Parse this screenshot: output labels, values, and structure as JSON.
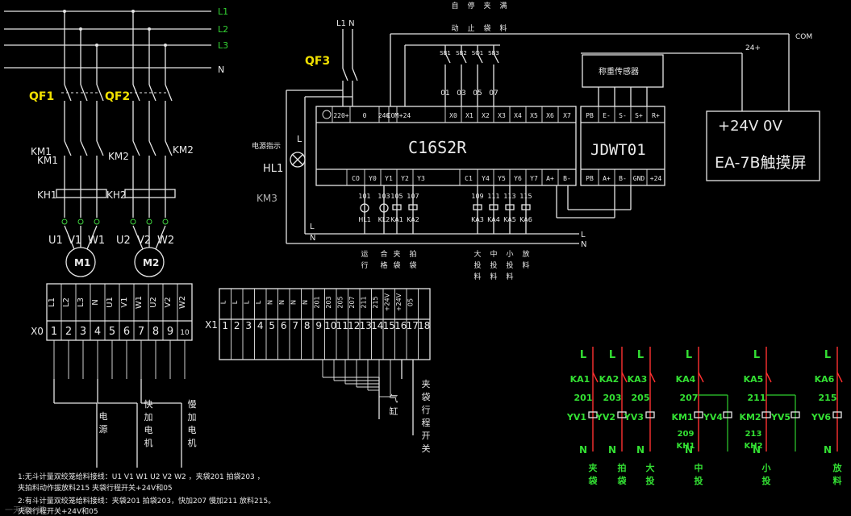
{
  "bus": {
    "L1": "L1",
    "L2": "L2",
    "L3": "L3",
    "N": "N"
  },
  "breakers": {
    "qf1": "QF1",
    "qf2": "QF2",
    "qf3": "QF3",
    "qf3_feed": "L1 N"
  },
  "contactors": {
    "km1_top": "KM1",
    "km1": "KM1",
    "km2_top": "KM2",
    "km2": "KM2",
    "kh1": "KH1",
    "kh2": "KH2"
  },
  "motor_terms": [
    "U1",
    "V1",
    "W1",
    "U2",
    "V2",
    "W2"
  ],
  "motors": [
    "M1",
    "M2"
  ],
  "lamp": {
    "caption": "电源指示",
    "letter": "L",
    "name": "HL1",
    "km3": "KM3"
  },
  "plc": {
    "model": "C16S2R",
    "top_terms": [
      "220+",
      "0",
      "24G",
      "COM",
      "+24",
      "X0",
      "X1",
      "X2",
      "X3",
      "X4",
      "X5",
      "X6",
      "X7"
    ],
    "bottom_terms": [
      "CO",
      "Y0",
      "Y1",
      "Y2",
      "Y3",
      "C1",
      "Y4",
      "Y5",
      "Y6",
      "Y7",
      "A+",
      "B-"
    ],
    "input_wires": [
      "01",
      "03",
      "05",
      "07"
    ],
    "input_devs": [
      "SB1",
      "SB2",
      "SQ1",
      "SB3"
    ],
    "input_funcs_top": [
      "自",
      "停",
      "夹",
      "满"
    ],
    "input_funcs_bottom": [
      "动",
      "止",
      "袋",
      "料"
    ]
  },
  "scale": {
    "sensor": "称重传感器",
    "model": "JDWT01",
    "top_terms": [
      "PB",
      "E-",
      "S-",
      "S+",
      "R+"
    ],
    "bottom_terms": [
      "PB",
      "A+",
      "B-",
      "GND",
      "+24"
    ],
    "supply": "24+",
    "com": "COM"
  },
  "touchscreen": {
    "voltage": "+24V  0V",
    "name": "EA-7B触摸屏"
  },
  "outputs": {
    "wires": [
      "101",
      "103",
      "105",
      "107",
      "109",
      "111",
      "113",
      "115"
    ],
    "loads": [
      "HL1",
      "KL2",
      "KA1",
      "KA2",
      "KA3",
      "KA4",
      "KA5",
      "KA6"
    ],
    "func_line1": [
      "运",
      "合",
      "夹",
      "拍",
      "大",
      "中",
      "小",
      "放"
    ],
    "func_line2": [
      "行",
      "格",
      "袋",
      "袋",
      "投",
      "投",
      "投",
      "料"
    ],
    "func_line3": [
      "",
      "",
      "",
      "",
      "料",
      "料",
      "料",
      ""
    ],
    "L": "L",
    "N": "N"
  },
  "strip_x0": {
    "label": "X0",
    "names": [
      "L1",
      "L2",
      "L3",
      "N",
      "U1",
      "V1",
      "W1",
      "U2",
      "V2",
      "W2"
    ],
    "nums": [
      "1",
      "2",
      "3",
      "4",
      "5",
      "6",
      "7",
      "8",
      "9",
      "10"
    ],
    "captions": [
      "电源",
      "快加电机",
      "慢加电机"
    ]
  },
  "strip_x1": {
    "label": "X1",
    "names": [
      "L",
      "L",
      "L",
      "L",
      "N",
      "N",
      "N",
      "N",
      "201",
      "203",
      "205",
      "207",
      "211",
      "215",
      "+24V",
      "+24V",
      "05"
    ],
    "nums": [
      "1",
      "2",
      "3",
      "4",
      "5",
      "6",
      "7",
      "8",
      "9",
      "10",
      "11",
      "12",
      "13",
      "14",
      "15",
      "16",
      "17",
      "18"
    ],
    "captions": [
      "气缸",
      "夹袋行程开关"
    ]
  },
  "relay_ladder": {
    "L": "L",
    "N": "N",
    "relays": [
      "KA1",
      "KA2",
      "KA3",
      "KA4",
      "KA5",
      "KA6"
    ],
    "wires": [
      "201",
      "203",
      "205",
      "207",
      "211",
      "215"
    ],
    "valves": [
      "YV1",
      "YV2",
      "YV3",
      "YV4",
      "YV5",
      "YV6"
    ],
    "km": [
      "KM1",
      "KM2"
    ],
    "kh": [
      "KH1",
      "KH2"
    ],
    "kh_wires": [
      "209",
      "213"
    ],
    "names_top": [
      "夹",
      "拍",
      "大",
      "中",
      "小",
      "放"
    ],
    "names_bottom": [
      "袋",
      "袋",
      "投",
      "投",
      "投",
      "料"
    ]
  },
  "notes": {
    "line1": "1:无斗计量双绞笼给料接线：U1 V1 W1  U2 V2 W2 ，夹袋201 拍袋203 ，",
    "line2": "夹拍料动作拔放料215  夹袋行程开关+24V和05",
    "line3": "2:有斗计量双绞笼给料接线：夹袋201 拍袋203，快加207 慢加211 放料215。",
    "line4": "夹袋行程开关+24V和05"
  },
  "watermark": "一天学一道"
}
